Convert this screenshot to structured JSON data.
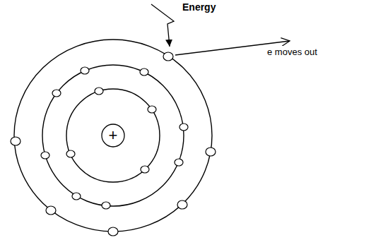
{
  "diagram": {
    "nodes": [
      {
        "text": [
          "+"
        ]
      }
    ],
    "labels": [
      "Energy",
      "e moves out"
    ]
  }
}
